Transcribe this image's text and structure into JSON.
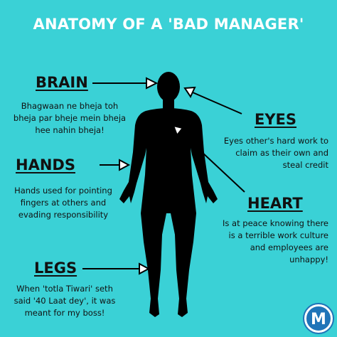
{
  "title": "ANATOMY OF A 'BAD MANAGER'",
  "brain": {
    "label": "BRAIN",
    "line1": "Bhagwaan ne bheja toh",
    "line2": "bheja par bheje mein bheja",
    "line3": "hee nahin bheja!"
  },
  "eyes": {
    "label": "EYES",
    "line1": "Eyes other's hard work to",
    "line2": "claim as their own and",
    "line3": "steal credit"
  },
  "hands": {
    "label": "HANDS",
    "line1": "Hands used for pointing",
    "line2": "fingers at others and",
    "line3": "evading responsibility"
  },
  "heart": {
    "label": "HEART",
    "line1": "Is at peace knowing there",
    "line2": "is a terrible work culture",
    "line3": "and employees are",
    "line4": "unhappy!"
  },
  "legs": {
    "label": "LEGS",
    "line1": "When 'totla Tiwari' seth",
    "line2": "said '40 Laat dey', it was",
    "line3": "meant for my boss!"
  },
  "logo": {
    "letter": "M"
  },
  "colors": {
    "background": "#3ad1d6",
    "title": "#ffffff",
    "figure": "#000000",
    "logo": "#1f74b8"
  }
}
